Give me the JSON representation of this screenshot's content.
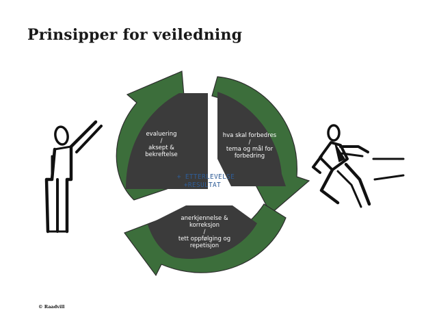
{
  "title": "Prinsipper for veiledning",
  "copyright": "© Raadvill",
  "colors": {
    "arrow_green": "#3c6e3b",
    "arrow_outline": "#2c2c2c",
    "segment_fill": "#3b3b3b",
    "center_text": "#2f5d97",
    "title": "#1a1a1a"
  },
  "cycle": {
    "left_segment": [
      "evaluering",
      "/",
      "aksept &",
      "bekreftelse"
    ],
    "right_segment": [
      "hva skal forbedres",
      "/",
      "tema og mål for",
      "forbedring"
    ],
    "bottom_segment": [
      "anerkjennelse &",
      "korreksjon",
      "/",
      "tett oppfølging og",
      "repetisjon"
    ],
    "center": [
      "+ ETTERLEVELSE",
      "+RESULTAT"
    ]
  },
  "figures": {
    "left": "pointing-person-icon",
    "right": "running-person-icon"
  }
}
